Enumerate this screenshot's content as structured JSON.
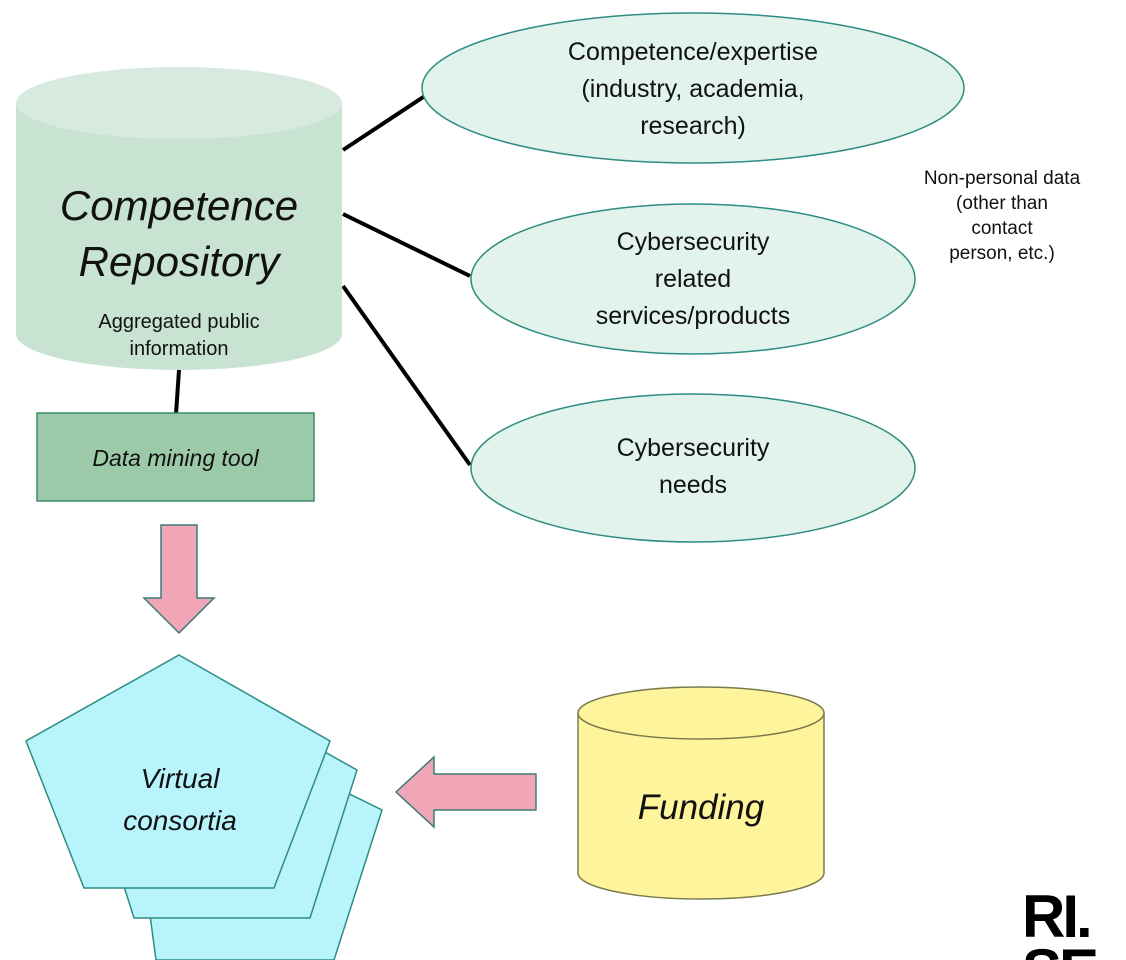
{
  "repository": {
    "title_line1": "Competence",
    "title_line2": "Repository",
    "subtitle_line1": "Aggregated public",
    "subtitle_line2": "information"
  },
  "tool": {
    "label": "Data mining tool"
  },
  "categories": [
    {
      "lines": [
        "Competence/expertise",
        "(industry, academia,",
        "research)"
      ]
    },
    {
      "lines": [
        "Cybersecurity",
        "related",
        "services/products"
      ]
    },
    {
      "lines": [
        "Cybersecurity",
        "needs"
      ]
    }
  ],
  "note": {
    "lines": [
      "Non-personal data",
      "(other than",
      "contact",
      "person, etc.)"
    ]
  },
  "consortia": {
    "line1": "Virtual",
    "line2": "consortia"
  },
  "funding": {
    "label": "Funding"
  },
  "logo": {
    "line1": "RI.",
    "line2": "SE"
  },
  "colors": {
    "repository_fill": "#c9e3d3",
    "repository_top": "#d6eadf",
    "tool_fill": "#9ccaa9",
    "ellipse_fill": "#e1f3ea",
    "ellipse_stroke": "#2f8c83",
    "arrow_fill": "#f0a6b4",
    "pentagon_fill": "#b7f4fb",
    "funding_fill": "#fdf49c",
    "funding_stroke": "#7b7b4e"
  }
}
